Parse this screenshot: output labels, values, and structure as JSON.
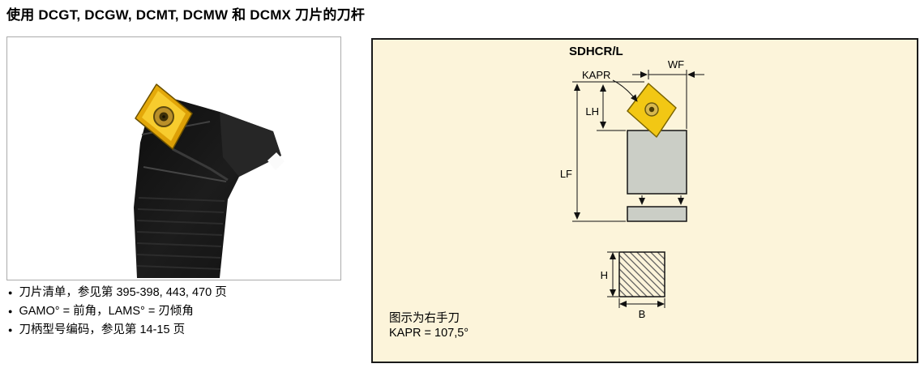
{
  "page": {
    "heading": "使用 DCGT, DCGW, DCMT, DCMW 和 DCMX 刀片的刀杆"
  },
  "notes": {
    "items": [
      "刀片清单，参见第 395-398, 443, 470 页",
      "GAMO° = 前角，LAMS° = 刃倾角",
      "刀柄型号编码，参见第 14-15 页"
    ]
  },
  "diagram": {
    "title": "SDHCR/L",
    "labels": {
      "kapr": "KAPR",
      "wf": "WF",
      "lh": "LH",
      "lf": "LF",
      "h": "H",
      "b": "B"
    },
    "footnotes": [
      "图示为右手刀",
      "KAPR = 107,5°"
    ],
    "colors": {
      "panel_bg": "#FCF4DA",
      "insert_yellow": "#F2C714",
      "shank_gray": "#CBCEC6",
      "line": "#111111"
    }
  }
}
